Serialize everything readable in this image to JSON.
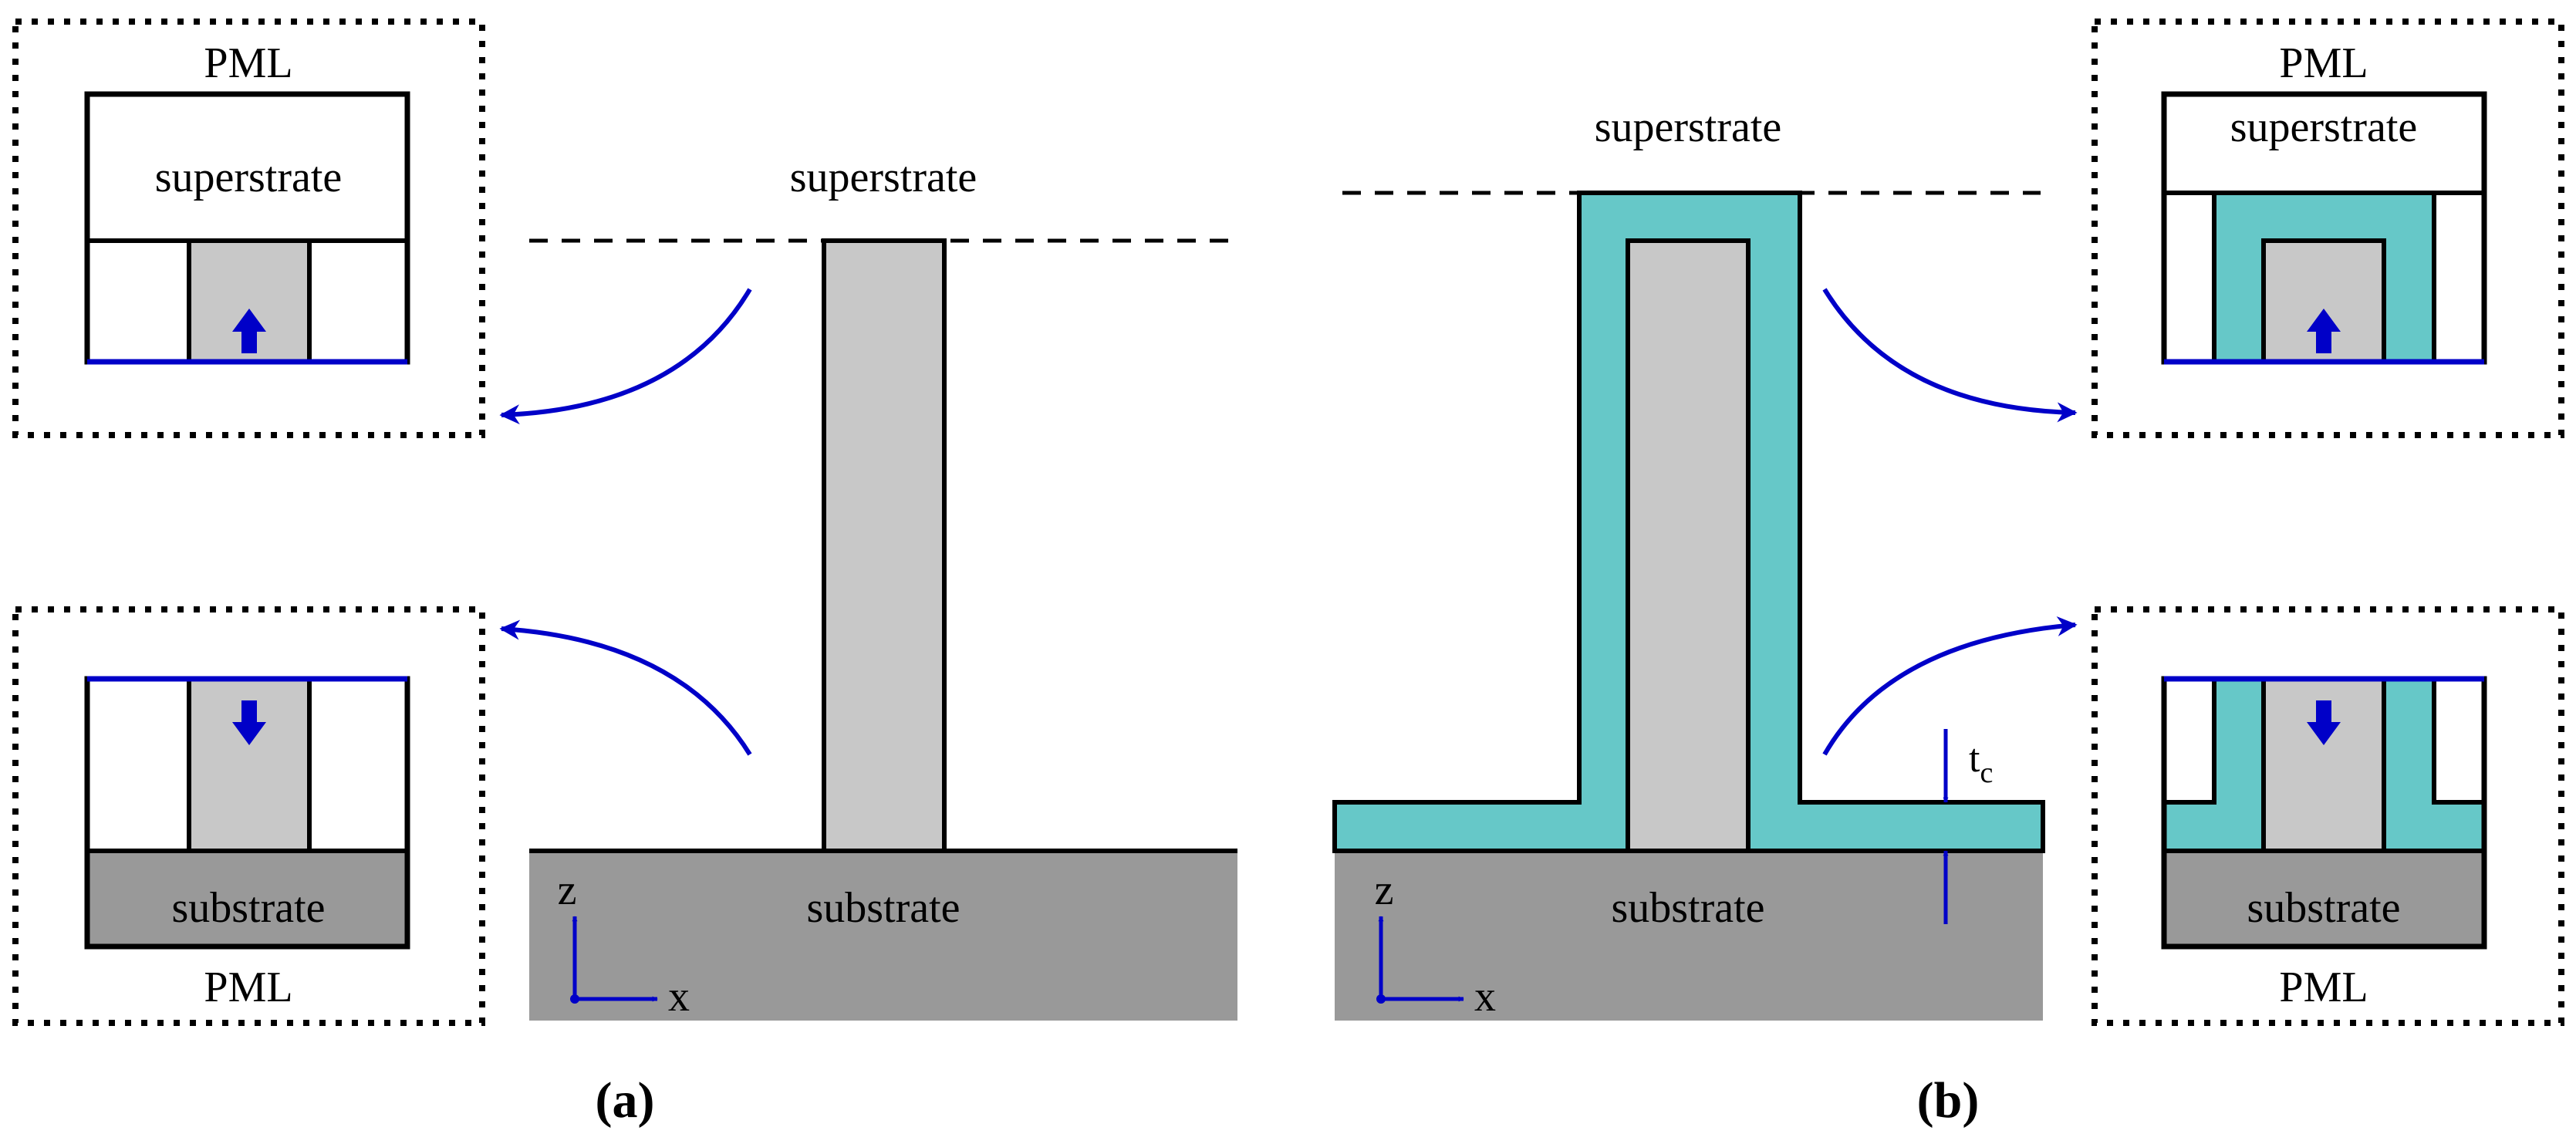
{
  "labels": {
    "superstrate": "superstrate",
    "substrate": "substrate",
    "pml": "PML",
    "axis_z": "z",
    "axis_x": "x",
    "coating_thickness_base": "t",
    "coating_thickness_sub": "c"
  },
  "captions": {
    "panel_a": "(a)",
    "panel_b": "(b)"
  },
  "colors": {
    "rod": "#c8c8c8",
    "substrate": "#999999",
    "coating": "#66c8c8",
    "arrow": "#0000c8",
    "outline": "#000000",
    "background": "#ffffff"
  }
}
